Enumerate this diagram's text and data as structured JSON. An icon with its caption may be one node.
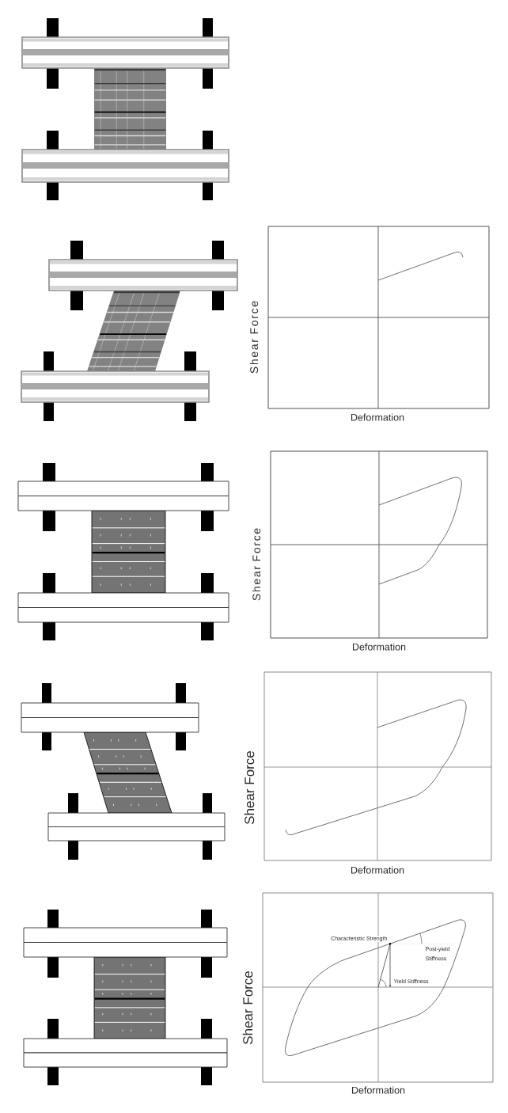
{
  "diagram": {
    "labels": [
      "Shear Force",
      "Deformation",
      "Shear Force",
      "Deformation",
      "Shear Force",
      "Deformation",
      "Characteristic Strength",
      "Post-yield Stiffness",
      "Yield Stiffness",
      "Shear Force",
      "Deformation"
    ]
  }
}
